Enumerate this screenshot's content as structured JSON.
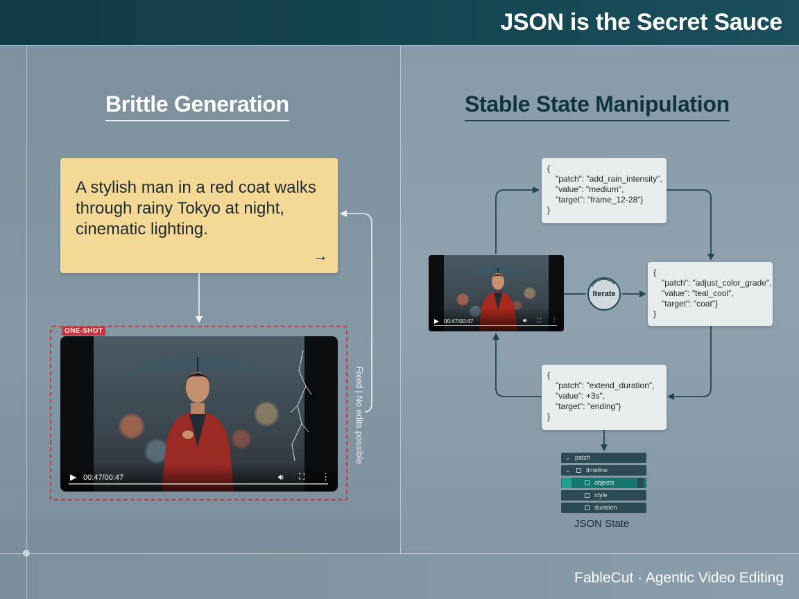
{
  "header": {
    "title": "JSON is the Secret Sauce"
  },
  "left": {
    "title": "Brittle Generation",
    "prompt_text": "A stylish man in a red coat walks through rainy Tokyo at night, cinematic lighting.",
    "prompt_submit_icon": "arrow-right-icon",
    "badge": "ONE-SHOT",
    "video": {
      "time": "00:47/00:47"
    },
    "note": "Fixed | No edits possible"
  },
  "right": {
    "title": "Stable State Manipulation",
    "iterate_label": "Iterate",
    "video": {
      "time": "00:47/00:47"
    },
    "patches": [
      {
        "open": "{",
        "lines": [
          "\"patch\": \"add_rain_intensity\",",
          "\"value\": \"medium\",",
          "\"target\": \"frame_12-28\"}"
        ],
        "close": "}"
      },
      {
        "open": "{",
        "lines": [
          "\"patch\": \"adjust_color_grade\",",
          "\"value\": \"teal_cool\",",
          "\"target\": \"coat\"}"
        ],
        "close": "}"
      },
      {
        "open": "{",
        "lines": [
          "\"patch\": \"extend_duration\",",
          "\"value\": +3s\",",
          "\"target\": \"ending\"}"
        ],
        "close": "}"
      }
    ],
    "tree": [
      {
        "label": "patch",
        "chev": "⌄"
      },
      {
        "label": "timeline",
        "chev": "⌄"
      },
      {
        "label": "objects"
      },
      {
        "label": "style"
      },
      {
        "label": "duration"
      }
    ],
    "tree_caption": "JSON State"
  },
  "footer": {
    "text": "FableCut · Agentic Video Editing"
  },
  "colors": {
    "header": "#0f3a47",
    "prompt_card": "#f3d995",
    "one_shot": "#c8343b",
    "connector": "#1e4650",
    "tree_active": "#15776e"
  }
}
